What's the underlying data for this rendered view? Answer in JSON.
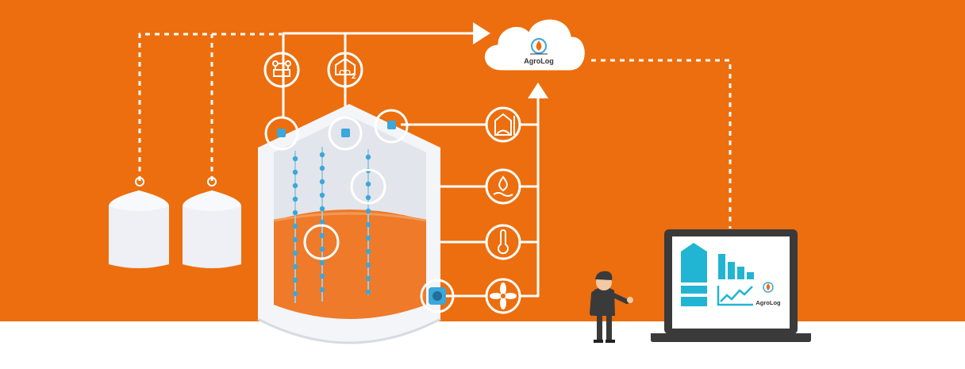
{
  "brand": {
    "cloud_label": "AgroLog",
    "screen_label": "AgroLog"
  },
  "sensors": {
    "co2_label": "CO",
    "co2_subscript": "2"
  },
  "icons": [
    "cloud-icon",
    "wireless-node-icon",
    "co2-sensor-icon",
    "grain-level-icon",
    "humidity-icon",
    "temperature-icon",
    "fan-icon",
    "laptop-icon",
    "silo-icon",
    "bar-chart-icon",
    "line-chart-icon"
  ],
  "colors": {
    "background_orange": "#EC6E0E",
    "floor_white": "#FFFFFF",
    "line_white": "#FFFFFF",
    "sensor_blue": "#3BA7DA",
    "grain_orange": "#EE7A2A",
    "laptop_dark": "#3A3A3A",
    "screen_cyan": "#22B5D3"
  }
}
